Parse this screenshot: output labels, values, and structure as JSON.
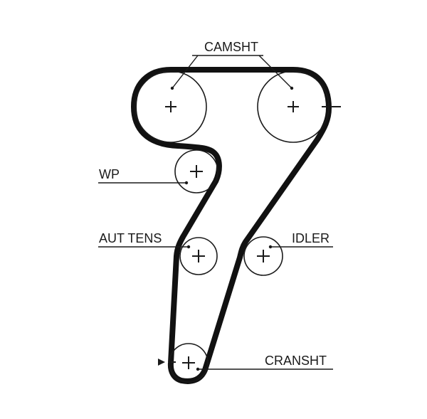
{
  "labels": {
    "camshaft": "CAMSHT",
    "water_pump": "WP",
    "auto_tensioner": "AUT TENS",
    "idler": "IDLER",
    "crankshaft": "CRANSHT"
  },
  "colors": {
    "belt": "#111111",
    "line": "#1a1a1a",
    "background": "#ffffff"
  },
  "icons": {
    "pulley_center": "plus-icon",
    "timing_mark": "dash-icon",
    "rotation_direction": "triangle-right-icon"
  }
}
